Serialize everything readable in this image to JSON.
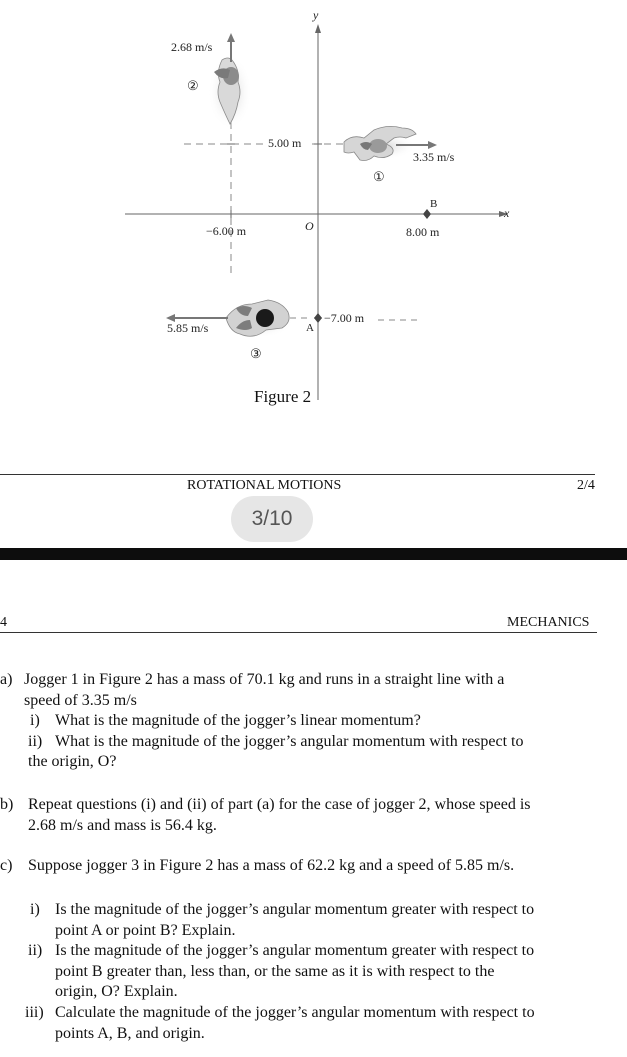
{
  "figure": {
    "y_axis_label": "y",
    "x_axis_label": "x",
    "origin_label": "O",
    "jogger1": {
      "number": "①",
      "speed": "3.35 m/s",
      "distance": "5.00 m"
    },
    "jogger2": {
      "number": "②",
      "speed": "2.68 m/s",
      "position": "−6.00 m"
    },
    "jogger3": {
      "number": "③",
      "speed": "5.85 m/s",
      "distance": "−7.00 m"
    },
    "point_a": "A",
    "point_b": "B",
    "b_position": "8.00 m",
    "caption": "Figure 2"
  },
  "footer": {
    "title": "ROTATIONAL MOTIONS",
    "page_fraction": "2/4",
    "page_indicator": "3/10"
  },
  "header2": {
    "page_number": "4",
    "section": "MECHANICS"
  },
  "questions": {
    "a": {
      "label": "a)",
      "line1": "Jogger 1 in Figure 2 has a mass of 70.1 kg and runs in a straight line with a",
      "line2": "speed of 3.35 m/s",
      "i_label": "i)",
      "i_text": "What is the magnitude of the jogger’s linear momentum?",
      "ii_label": "ii)",
      "ii_text": "What is the magnitude of the jogger’s angular momentum with respect to",
      "ii_text2": "the origin, O?"
    },
    "b": {
      "label": "b)",
      "line1": "Repeat questions (i) and (ii) of part (a) for the case of jogger 2, whose speed is",
      "line2": "2.68 m/s and mass is 56.4 kg."
    },
    "c": {
      "label": "c)",
      "line1": "Suppose jogger 3 in Figure 2 has a mass of 62.2 kg and a speed of 5.85 m/s.",
      "i_label": "i)",
      "i_line1": "Is the magnitude of the jogger’s angular momentum greater with respect to",
      "i_line2": "point A or point B? Explain.",
      "ii_label": "ii)",
      "ii_line1": "Is the magnitude of the jogger’s angular momentum greater with respect to",
      "ii_line2": "point B greater than, less than, or the same as it is with respect to the",
      "ii_line3": "origin, O? Explain.",
      "iii_label": "iii)",
      "iii_line1": "Calculate the magnitude of the jogger’s angular momentum with respect to",
      "iii_line2": "points A, B, and origin."
    }
  }
}
